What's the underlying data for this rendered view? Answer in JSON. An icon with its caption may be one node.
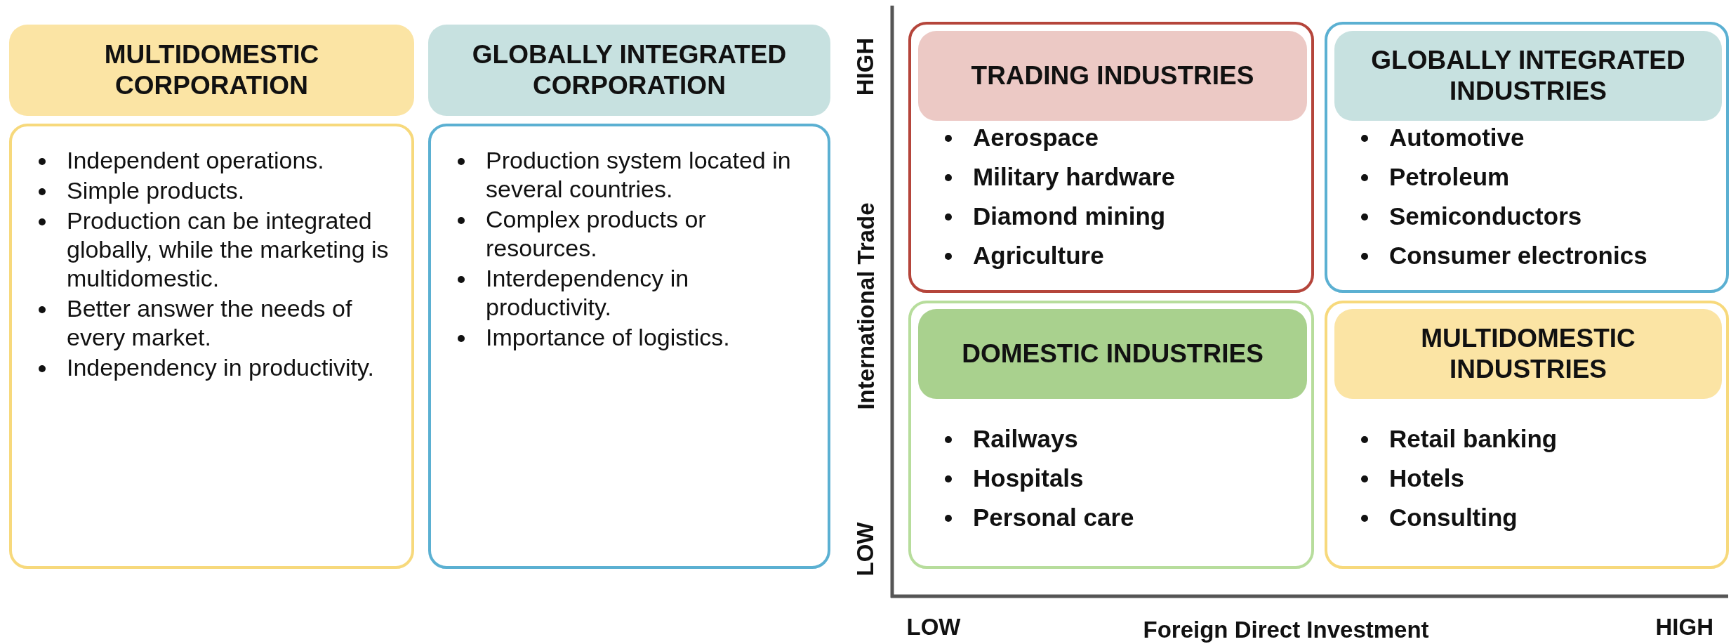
{
  "diagram": {
    "nodes": [
      {
        "text": [
          "MULTIDOMESTIC CORPORATION"
        ]
      },
      {
        "text": [
          "Independent operations.",
          "Simple products.",
          "Production can be integrated globally, while the marketing is multidomestic.",
          "Better answer the needs of every market.",
          "Independency in productivity."
        ]
      },
      {
        "text": [
          "GLOBALLY INTEGRATED CORPORATION"
        ]
      },
      {
        "text": [
          "Production system located in several countries.",
          "Complex products or resources.",
          "Interdependency in productivity.",
          "Importance of logistics."
        ]
      },
      {
        "text": [
          "Aerospace",
          "Military hardware",
          "Diamond mining",
          "Agriculture"
        ]
      },
      {
        "text": [
          "TRADING INDUSTRIES"
        ],
        "in": 4
      },
      {
        "text": [
          "Automotive",
          "Petroleum",
          "Semiconductors",
          "Consumer electronics"
        ]
      },
      {
        "text": [
          "GLOBALLY INTEGRATED INDUSTRIES"
        ],
        "in": 6
      },
      {
        "text": [
          "Railways",
          "Hospitals",
          "Personal care"
        ]
      },
      {
        "text": [
          "DOMESTIC INDUSTRIES"
        ],
        "in": 8
      },
      {
        "text": [
          "Retail banking",
          "Hotels",
          "Consulting"
        ]
      },
      {
        "text": [
          "MULTIDOMESTIC INDUSTRIES"
        ],
        "in": 10
      }
    ],
    "labels": [
      "HIGH",
      "International Trade",
      "LOW",
      "LOW",
      "Foreign Direct Investment",
      "HIGH"
    ]
  }
}
